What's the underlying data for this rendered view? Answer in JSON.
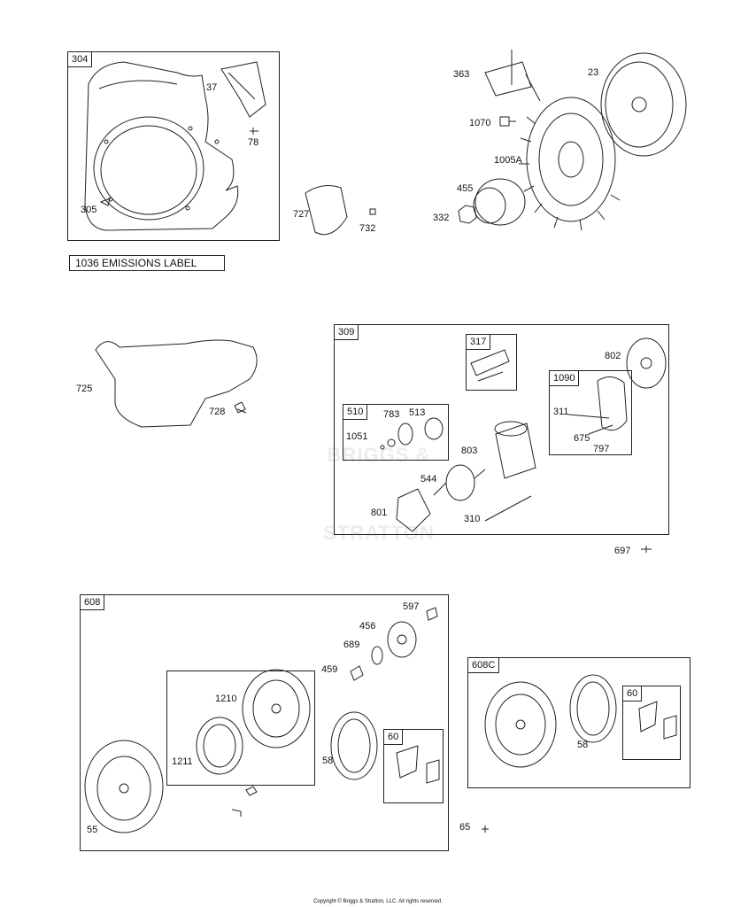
{
  "boxes": {
    "b304": "304",
    "b309": "309",
    "b317": "317",
    "b510": "510",
    "b1090": "1090",
    "b608": "608",
    "b608c": "608C",
    "b60a": "60",
    "b60b": "60"
  },
  "emissions_label": "1036 EMISSIONS LABEL",
  "watermark": "BRIGGS & STRATTON",
  "parts": {
    "p37": "37",
    "p78": "78",
    "p305": "305",
    "p727": "727",
    "p732": "732",
    "p363": "363",
    "p23": "23",
    "p1070": "1070",
    "p1005a": "1005A",
    "p455": "455",
    "p332": "332",
    "p725": "725",
    "p728": "728",
    "p802": "802",
    "p311": "311",
    "p675": "675",
    "p797": "797",
    "p783": "783",
    "p513": "513",
    "p1051": "1051",
    "p803": "803",
    "p544": "544",
    "p801": "801",
    "p310": "310",
    "p697": "697",
    "p597": "597",
    "p456": "456",
    "p689": "689",
    "p459": "459",
    "p1210": "1210",
    "p1211": "1211",
    "p58a": "58",
    "p55": "55",
    "p58b": "58",
    "p65": "65"
  },
  "copyright": "Copyright © Briggs & Stratton, LLC. All rights reserved."
}
